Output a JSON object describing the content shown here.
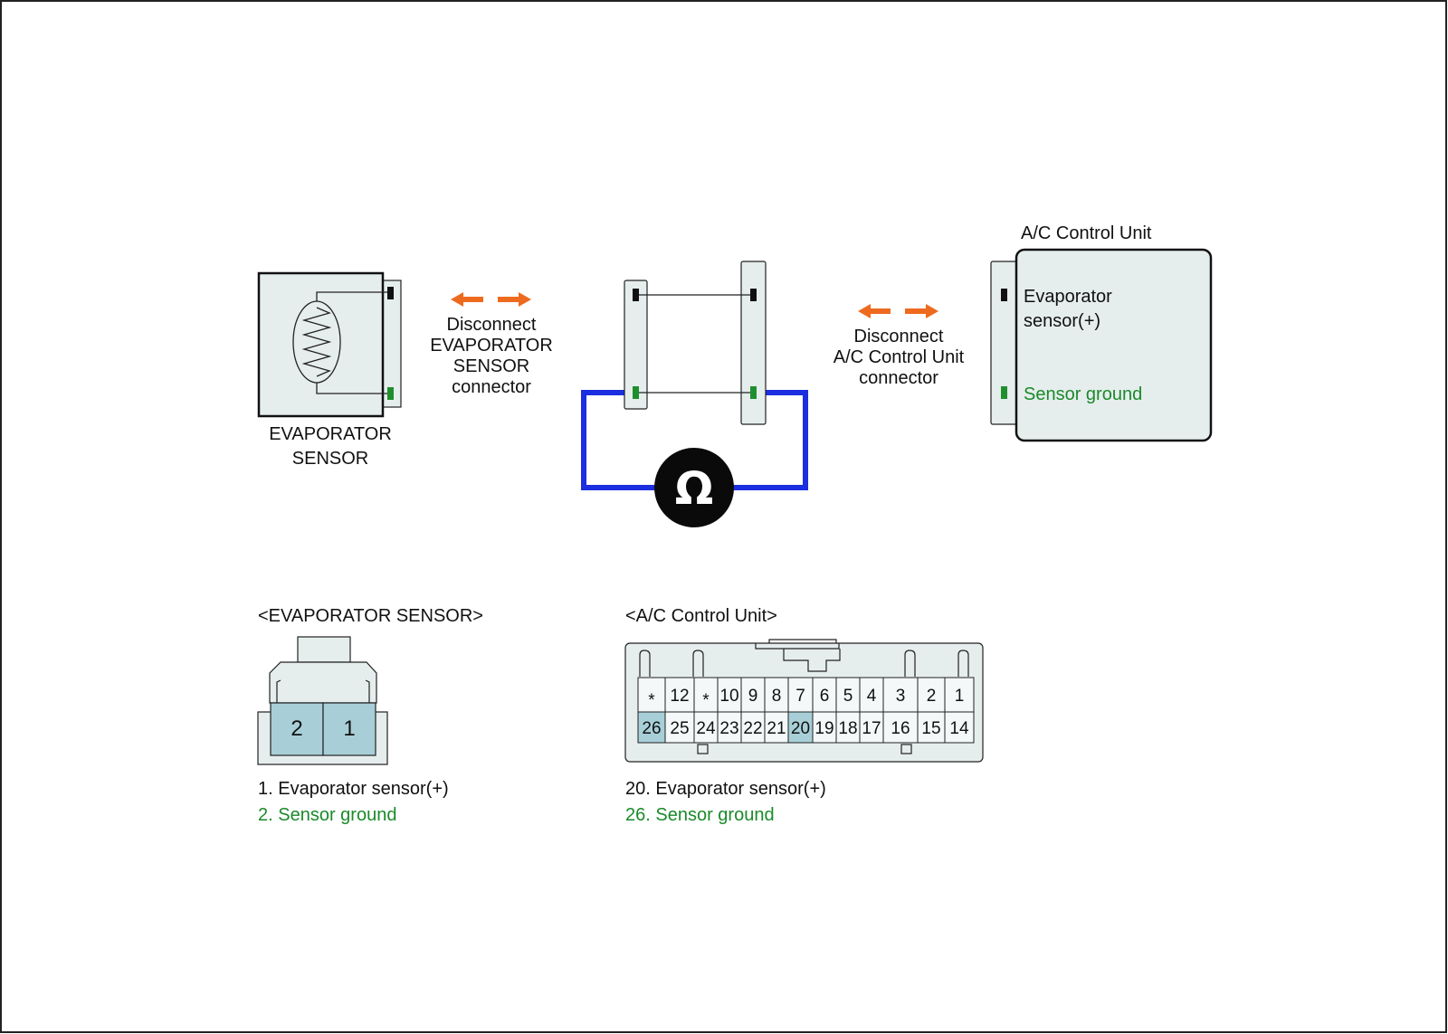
{
  "evap_sensor": {
    "label_line1": "EVAPORATOR",
    "label_line2": "SENSOR"
  },
  "disconnect_evap": {
    "line1": "Disconnect",
    "line2": "EVAPORATOR",
    "line3": "SENSOR",
    "line4": "connector"
  },
  "disconnect_acu": {
    "line1": "Disconnect",
    "line2": "A/C Control Unit",
    "line3": "connector"
  },
  "acu": {
    "title": "A/C Control Unit",
    "pin_plus_line1": "Evaporator",
    "pin_plus_line2": "sensor(+)",
    "pin_ground": "Sensor ground"
  },
  "ohmmeter": {
    "symbol": "Ω"
  },
  "evap_connector_view": {
    "title": "<EVAPORATOR SENSOR>",
    "pins": [
      "2",
      "1"
    ],
    "legend": [
      "1. Evaporator sensor(+)",
      "2. Sensor ground"
    ]
  },
  "acu_connector_view": {
    "title": "<A/C Control Unit>",
    "top_row": [
      "*",
      "12",
      "*",
      "10",
      "9",
      "8",
      "7",
      "6",
      "5",
      "4",
      "3",
      "2",
      "1"
    ],
    "bottom_row": [
      "26",
      "25",
      "24",
      "23",
      "22",
      "21",
      "20",
      "19",
      "18",
      "17",
      "16",
      "15",
      "14"
    ],
    "highlighted_pins": [
      "26",
      "20"
    ],
    "legend": [
      "20. Evaporator sensor(+)",
      "26. Sensor ground"
    ]
  },
  "colors": {
    "arrow": "#ee6a1e",
    "meter_lead": "#1b2ee0",
    "ground_text": "#1a8a2a",
    "ground_pin": "#1f8f2e",
    "signal_pin": "#111111",
    "connector_fill": "#e6eded",
    "pin_highlight": "#a8cfd8"
  }
}
